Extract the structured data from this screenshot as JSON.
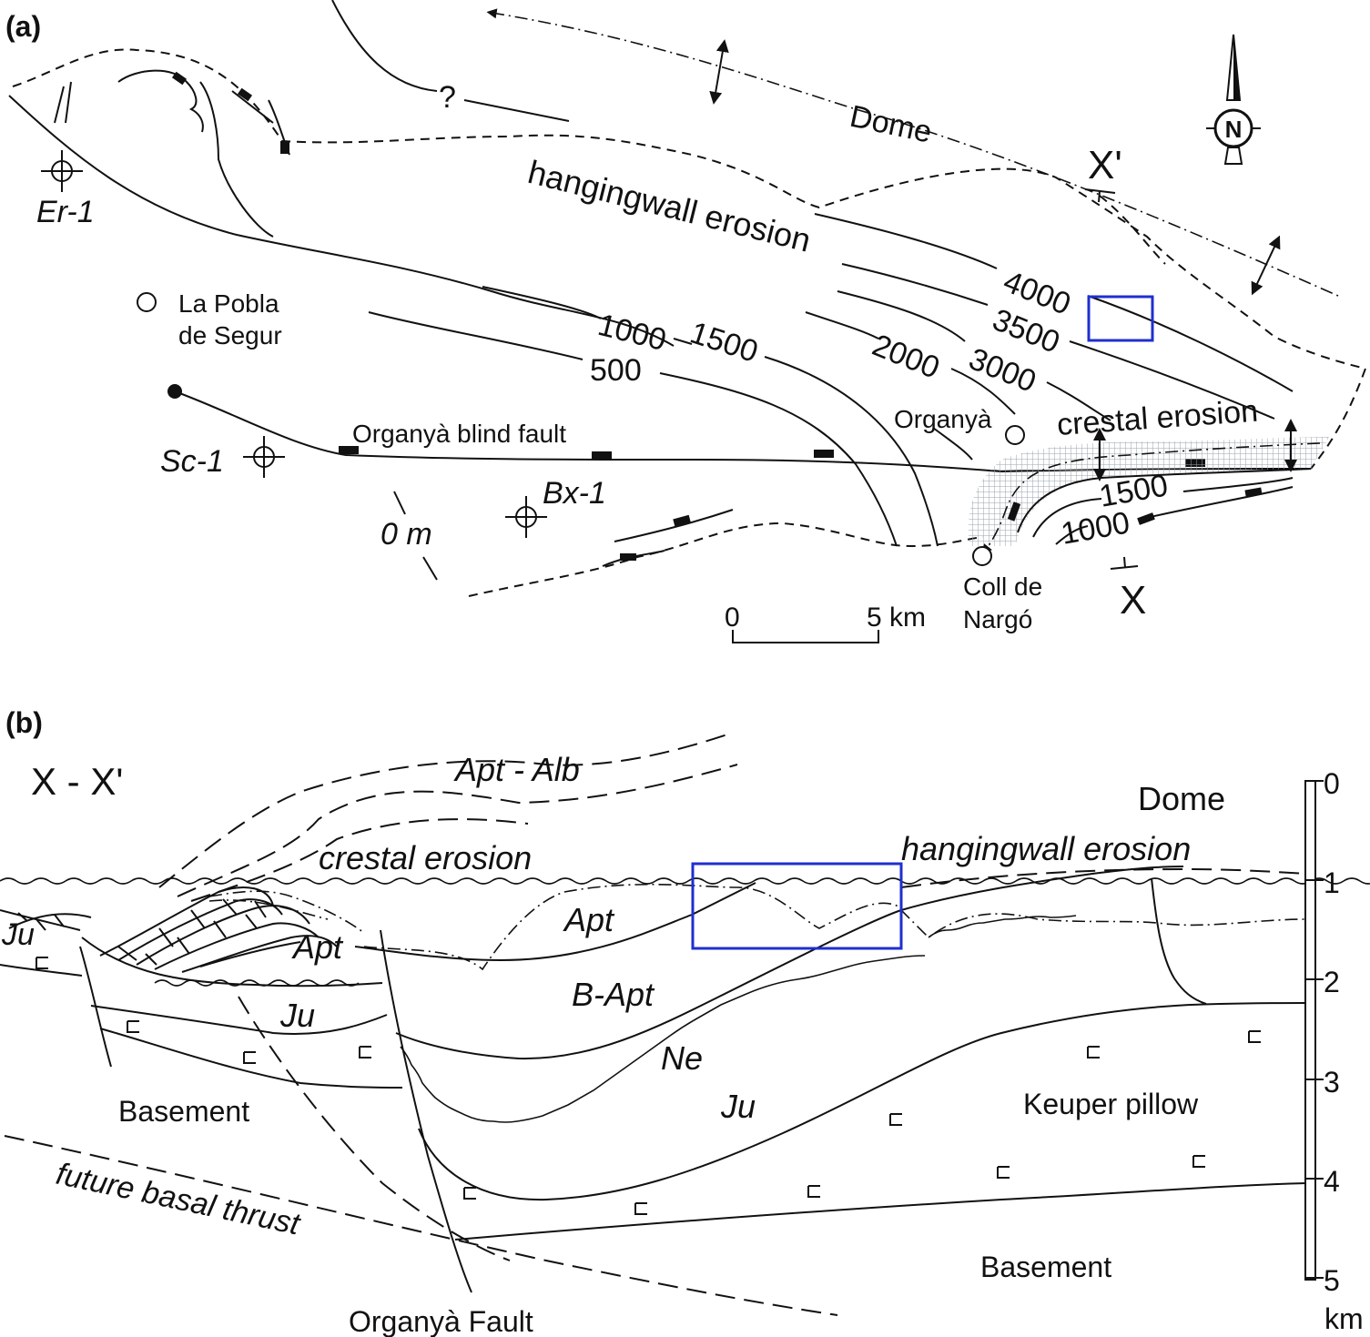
{
  "panel_a": {
    "tag": "(a)",
    "labels": {
      "dome": "Dome",
      "question": "?",
      "hangingwall_erosion": "hangingwall erosion",
      "crestal_erosion": "crestal erosion",
      "blind_fault": "Organyà blind fault",
      "xprime": "X'",
      "x": "X",
      "zero_m": "0 m"
    },
    "contours": [
      "4000",
      "3500",
      "3000",
      "2000",
      "1500",
      "1000",
      "500",
      "1500",
      "1000"
    ],
    "wells": [
      "Er-1",
      "Sc-1",
      "Bx-1"
    ],
    "towns": {
      "pobla_1": "La Pobla",
      "pobla_2": "de Segur",
      "organya": "Organyà",
      "coll_1": "Coll de",
      "coll_2": "Nargó"
    },
    "north": "N",
    "scale": {
      "zero": "0",
      "five": "5 km"
    }
  },
  "panel_b": {
    "tag": "(b)",
    "section": "X - X'",
    "labels": {
      "apt_alb": "Apt - Alb",
      "dome": "Dome",
      "crestal_erosion": "crestal erosion",
      "hangingwall_erosion": "hangingwall erosion",
      "apt_right": "Apt",
      "apt_left": "Apt",
      "ju_left": "Ju",
      "ju_mid": "Ju",
      "b_apt": "B-Apt",
      "ne": "Ne",
      "ju_right": "Ju",
      "basement_left": "Basement",
      "keuper": "Keuper pillow",
      "future_thrust": "future basal thrust",
      "basement_right": "Basement",
      "organya_fault": "Organyà Fault"
    },
    "depth_ticks": [
      "0",
      "1",
      "2",
      "3",
      "4",
      "5"
    ],
    "depth_unit": "km"
  },
  "colors": {
    "highlight_box": "#1f2fd0",
    "ink": "#111111",
    "hatch": "#9aa3ad"
  }
}
